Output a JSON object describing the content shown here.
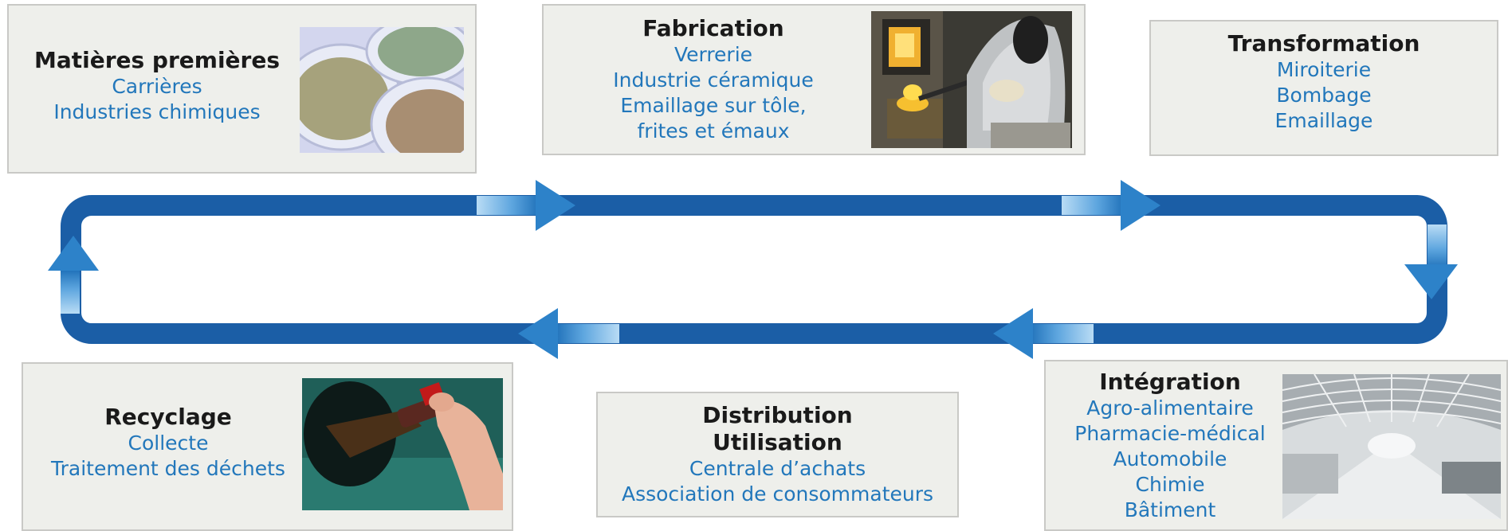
{
  "stages": {
    "matieres": {
      "title": "Matières premières",
      "items": [
        "Carrières",
        "Industries chimiques"
      ]
    },
    "fabrication": {
      "title": "Fabrication",
      "items": [
        "Verrerie",
        "Industrie céramique",
        "Emaillage sur tôle,",
        "frites et émaux"
      ]
    },
    "transformation": {
      "title": "Transformation",
      "items": [
        "Miroiterie",
        "Bombage",
        "Emaillage"
      ]
    },
    "recyclage": {
      "title": "Recyclage",
      "items": [
        "Collecte",
        "Traitement des déchets"
      ]
    },
    "distribution": {
      "title_lines": [
        "Distribution",
        "Utilisation"
      ],
      "items": [
        "Centrale d’achats",
        "Association de consommateurs"
      ]
    },
    "integration": {
      "title": "Intégration",
      "items": [
        "Agro-alimentaire",
        "Pharmacie-médical",
        "Automobile",
        "Chimie",
        "Bâtiment"
      ]
    }
  },
  "photos": {
    "matieres": "glass-sand-dishes-photo",
    "fabrication": "glass-furnace-worker-photo",
    "recyclage": "bottle-recycling-photo",
    "integration": "airport-terminal-photo"
  },
  "colors": {
    "loop": "#1b5ea6",
    "arrow_light": "#7ab8e8",
    "arrow_dark": "#1d6fb8",
    "title": "#1a1a1a",
    "item": "#2277bb",
    "box_fill": "#eeefeb"
  }
}
